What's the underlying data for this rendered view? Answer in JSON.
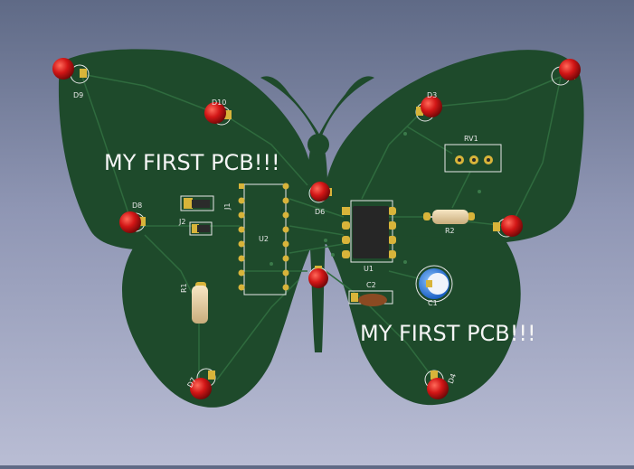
{
  "board": {
    "colors": {
      "soldermask": "#1e4a2b",
      "copper_trace": "#2f6b3e",
      "silkscreen": "#f2f2f2",
      "pad_gold": "#d8b43a",
      "led_red": "#d21616"
    },
    "texts": {
      "top_left": "MY FIRST PCB!!!",
      "bottom_right": "MY FIRST PCB!!!"
    },
    "components": {
      "D9": "D9",
      "D10": "D10",
      "D3": "D3",
      "RV1": "RV1",
      "D8": "D8",
      "J2": "J2",
      "J1": "J1",
      "U2": "U2",
      "D6": "D6",
      "U1": "U1",
      "R2": "R2",
      "C1": "C1",
      "C2": "C2",
      "R1": "R1",
      "D7": "D7",
      "D4": "D4"
    }
  }
}
